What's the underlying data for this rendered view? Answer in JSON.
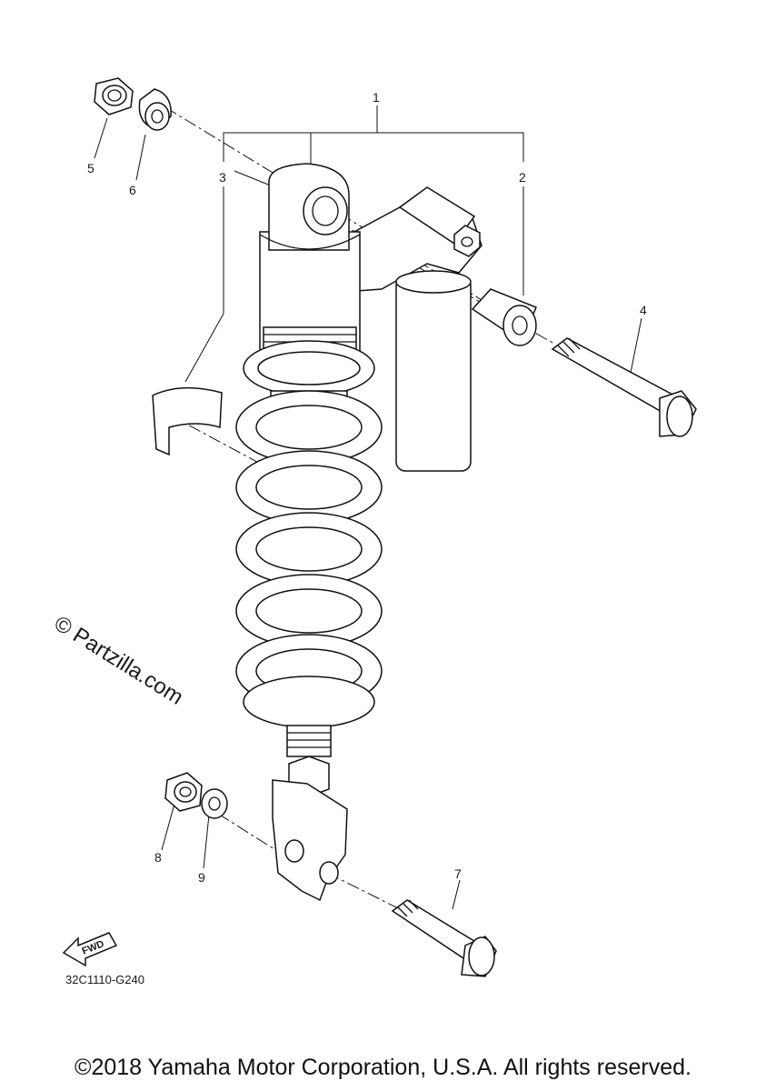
{
  "diagram": {
    "callouts": [
      "1",
      "2",
      "3",
      "4",
      "5",
      "6",
      "7",
      "8",
      "9"
    ],
    "watermark": "© Partzilla.com",
    "drawing_code": "32C1110-G240",
    "direction_badge": "FWD",
    "copyright": "©2018 Yamaha Motor Corporation, U.S.A. All rights reserved."
  }
}
